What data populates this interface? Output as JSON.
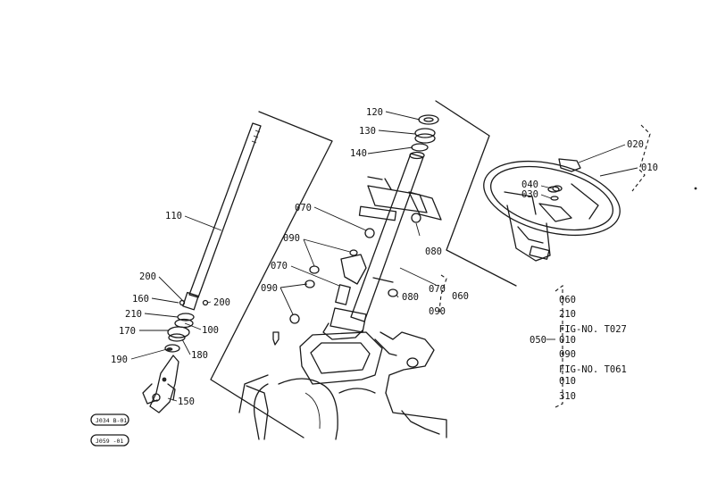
{
  "callouts": {
    "c010": "010",
    "c020": "020",
    "c030": "030",
    "c040": "040",
    "c060": "060",
    "c070a": "070",
    "c070b": "070",
    "c070c": "070",
    "c080a": "080",
    "c080b": "080",
    "c090a": "090",
    "c090b": "090",
    "c090c": "090",
    "c100": "100",
    "c110": "110",
    "c120": "120",
    "c130": "130",
    "c140": "140",
    "c150": "150",
    "c160": "160",
    "c170": "170",
    "c180": "180",
    "c190": "190",
    "c200a": "200",
    "c200b": "200",
    "c210": "210"
  },
  "group_050": {
    "label": "050",
    "items": [
      "060",
      "210",
      "FIG-NO. T027",
      "010",
      "090",
      "FIG-NO. T061",
      "010",
      "310"
    ]
  },
  "ref_tags": [
    "J034 B-01",
    "J059 -01"
  ]
}
